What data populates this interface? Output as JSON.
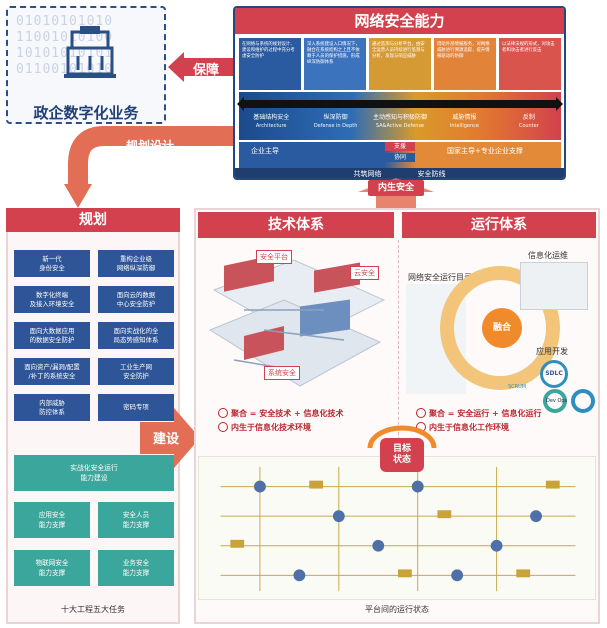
{
  "business": {
    "title": "政企数字化业务",
    "bits": "01010101010\n11001010100\n10101010101\n01100101010"
  },
  "arrows": {
    "protect": "保障",
    "plan_design": "规划设计",
    "build": "建设"
  },
  "top_panel": {
    "title": "网络安全能力",
    "descriptions": [
      "在网络与系统的规划设计、建设和维护的过程中充分考虑安全防护",
      "深入系统建设入口情况下，融合在系统结构之上且不依赖于人员的保护措施，形成纵深防御体系",
      "通过监测与分析平台，由安全运营人员持续进行监测与分析，发现与响应威胁",
      "借助外部情报服务，对网络威胁进行溯源追踪，提升情报驱动的防御",
      "以法律法规的形式，对攻击者和攻击者进行反击"
    ],
    "stages": [
      {
        "cn": "基础结构安全",
        "en": "Architecture"
      },
      {
        "cn": "纵深防御",
        "en": "Defense in Depth"
      },
      {
        "cn": "主动感知与积极防御",
        "en": "SA&Active Defense"
      },
      {
        "cn": "威胁情报",
        "en": "Intelligence"
      },
      {
        "cn": "反制",
        "en": "Counter"
      }
    ],
    "left_owner": "企业主导",
    "right_owner": "国家主导+专业企业支撑",
    "mid_top": "支援",
    "mid_bottom": "协同",
    "footer_left": "共筑网络",
    "footer_right": "安全防线"
  },
  "inner_security": "内生安全",
  "planning": {
    "title": "规划",
    "cells": [
      "新一代\n身份安全",
      "重构企业级\n网络纵深防御",
      "数字化终端\n及接入环境安全",
      "面向云的数据\n中心安全防护",
      "面向大数据应用\n的数据安全防护",
      "面向实战化的全\n局态势感知体系",
      "面向资产/漏洞/配置\n/补丁的系统安全",
      "工业生产网\n安全防护",
      "内部威胁\n防控体系",
      "密码专项"
    ],
    "green_main": "实战化安全运行\n能力建设",
    "green_cells": [
      "应用安全\n能力支撑",
      "安全人员\n能力支撑",
      "物联网安全\n能力支撑",
      "业务安全\n能力支撑"
    ],
    "footer": "十大工程五大任务"
  },
  "tech": {
    "title": "技术体系",
    "labels": {
      "platform": "安全平台",
      "cloud": "云安全",
      "system": "系统安全"
    },
    "eq1": "聚合 = 安全技术 + 信息化技术",
    "eq2": "内生于信息化技术环境"
  },
  "ops": {
    "title": "运行体系",
    "catalog": "网络安全运行目录",
    "info_ops": "信息化运维",
    "fusion": "融合",
    "app_dev": "应用开发",
    "sdlc": "SDLC",
    "scrum": "SCRUM",
    "devops": "Dev  Ops",
    "eq1": "聚合 = 安全运行 + 信息化运行",
    "eq2": "内生于信息化工作环境"
  },
  "target": {
    "badge": "目标\n状态",
    "footer": "平台间的运行状态"
  },
  "colors": {
    "red": "#d2414d",
    "navy": "#2e5597",
    "teal": "#3ba69b",
    "orange": "#f08a2a"
  }
}
